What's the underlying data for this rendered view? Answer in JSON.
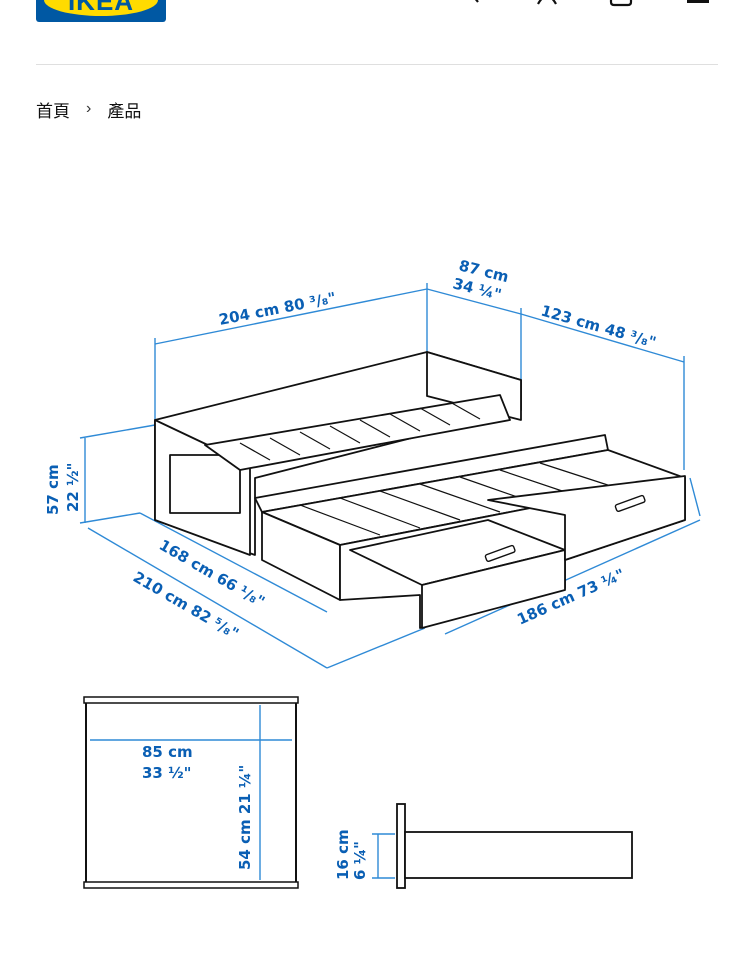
{
  "header": {
    "logo_text": "IKEA",
    "icons": [
      "search-icon",
      "user-icon",
      "bag-icon",
      "menu-icon"
    ]
  },
  "breadcrumb": {
    "home": "首頁",
    "separator": "›",
    "current": "產品"
  },
  "diagram": {
    "dims": {
      "length_top": "204 cm 80 ³/₈\"",
      "width_87": "87 cm",
      "width_87_in": "34 ¼\"",
      "width_123": "123 cm 48 ³/₈\"",
      "height_57": "57 cm",
      "height_57_in": "22 ½\"",
      "depth_168": "168 cm 66 ¹/₈\"",
      "depth_210": "210 cm 82 ⁵/₈\"",
      "length_186": "186 cm 73 ¼\"",
      "drawer_w": "85 cm",
      "drawer_w_in": "33 ½\"",
      "drawer_d": "54 cm 21 ¼\"",
      "drawer_h": "16 cm",
      "drawer_h_in": "6 ¼\""
    }
  },
  "colors": {
    "ikea_blue": "#0058a3",
    "ikea_yellow": "#ffdb00",
    "dimension_blue": "#2f8ad6"
  }
}
